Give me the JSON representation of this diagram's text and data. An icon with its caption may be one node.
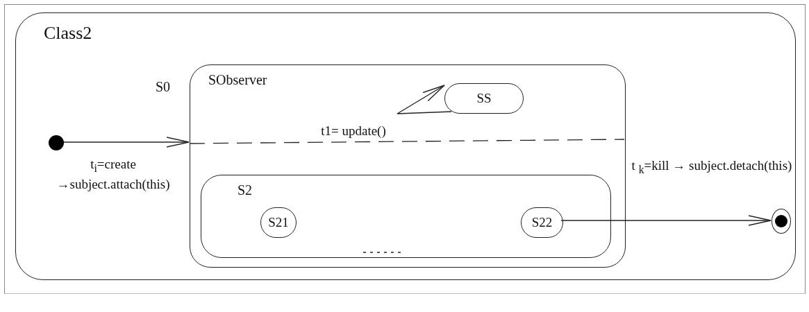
{
  "diagram": {
    "nodes": [
      {
        "text": [
          "Class2"
        ]
      },
      {
        "text": [
          "S0",
          "SObserver"
        ],
        "in": 0
      },
      {
        "text": [
          "SS"
        ],
        "in": 1
      },
      {
        "text": [
          "S2"
        ],
        "in": 1
      },
      {
        "text": [
          "S21"
        ],
        "in": 3
      },
      {
        "text": [
          "S22"
        ],
        "in": 3
      },
      {
        "text": [],
        "shape": "circle",
        "in": 0
      },
      {
        "text": [],
        "shape": "circle",
        "in": 0
      }
    ],
    "edges": [
      {
        "from": 6,
        "to": 1,
        "arrow": "to",
        "label": "t$_{i}$=create →subject.attach(this)"
      },
      {
        "from": 2,
        "to": 2,
        "arrow": "to",
        "label": "t1= update()"
      },
      {
        "from": 5,
        "to": 7,
        "arrow": "to",
        "label": "t $_{k}$=kill → subject.detach(this)"
      }
    ]
  }
}
